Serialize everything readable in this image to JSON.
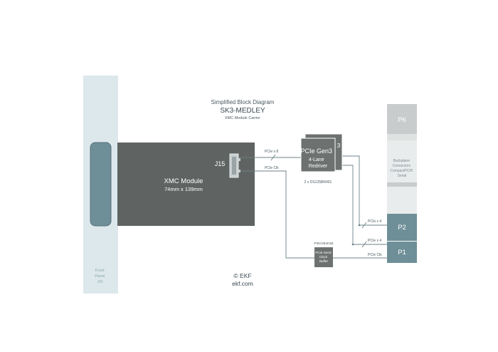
{
  "header": {
    "title": "Simplified Block Diagram",
    "product": "SK3-MEDLEY",
    "subtitle": "XMC Module Carrier"
  },
  "front_panel": {
    "label_lines": [
      "Front",
      "Panel",
      "I/O"
    ]
  },
  "xmc_module": {
    "title": "XMC Module",
    "size": "74mm x 139mm",
    "connector": "J15"
  },
  "redriver": {
    "back_label": "3",
    "lines": [
      "PCIe Gen3",
      "4-Lane",
      "Redriver"
    ],
    "part": "2 x DS125BR401"
  },
  "clock_buffer": {
    "part": "PI6C06401B",
    "lines": [
      "PCIe Gen3",
      "Clock",
      "Buffer"
    ]
  },
  "backplane": {
    "p6": "P6",
    "label_lines": [
      "Backplane",
      "Connectors",
      "CompactPCI®",
      "Serial"
    ],
    "p2": "P2",
    "p1": "P1"
  },
  "links": {
    "x8": "PCIe x 8",
    "clk_top": "PCIe Clk",
    "x4_a": "PCIe x 4",
    "x4_b": "PCIe x 4",
    "clk_bottom": "PCIe Clk"
  },
  "footer": {
    "copyright": "© EKF",
    "url": "ekf.com"
  },
  "colors": {
    "panel": "#dce8ec",
    "module": "#5f6462",
    "redriver": "#6d7271",
    "backplane_light": "#c8cccc",
    "backplane_dark": "#6e8f97",
    "line": "#6d8087"
  }
}
